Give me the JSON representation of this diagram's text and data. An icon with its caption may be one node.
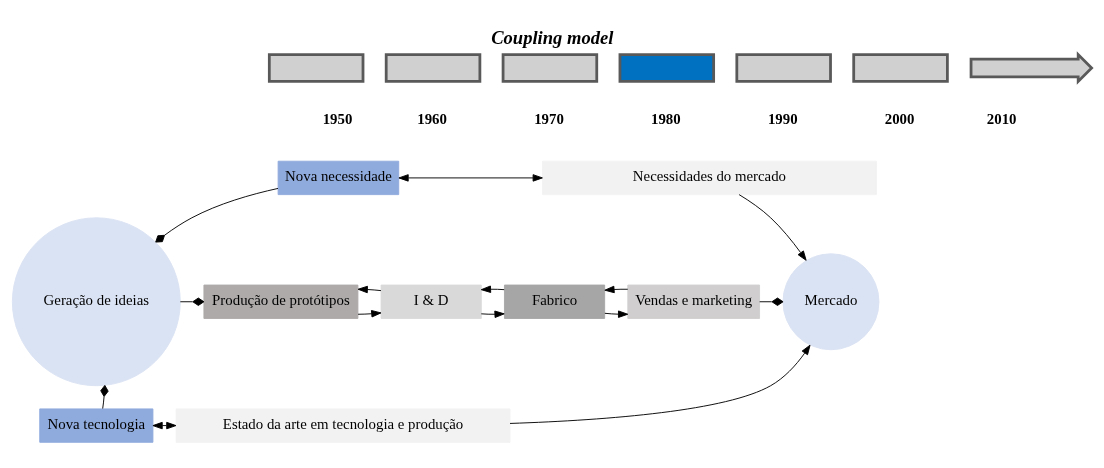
{
  "diagram": {
    "title": "Coupling model",
    "nodes": [
      {
        "text": [],
        "shape": "bar"
      },
      {
        "text": [],
        "shape": "bar"
      },
      {
        "text": [],
        "shape": "bar"
      },
      {
        "text": [],
        "shape": "bar"
      },
      {
        "text": [],
        "shape": "bar"
      },
      {
        "text": [],
        "shape": "bar"
      },
      {
        "text": [],
        "shape": "arrow"
      },
      {
        "text": [
          "Nova necessidade"
        ]
      },
      {
        "text": [
          "Necessidades do mercado"
        ]
      },
      {
        "text": [
          "Geração de ideias"
        ]
      },
      {
        "text": [
          "Produção de protótipos"
        ]
      },
      {
        "text": [
          "I & D"
        ]
      },
      {
        "text": [
          "Fabrico"
        ]
      },
      {
        "text": [
          "Vendas e marketing"
        ]
      },
      {
        "text": [
          "Mercado"
        ]
      },
      {
        "text": [
          "Nova tecnologia"
        ]
      },
      {
        "text": [
          "Estado da arte em tecnologia e produção"
        ]
      }
    ],
    "edges": [
      {
        "from": 7,
        "to": 8,
        "arrow": "both"
      },
      {
        "from": 7,
        "to": 9,
        "arrow": "other"
      },
      {
        "from": 9,
        "to": 10,
        "arrow": "other"
      },
      {
        "from": 10,
        "to": 11,
        "arrow": "to"
      },
      {
        "from": 11,
        "to": 12,
        "arrow": "to"
      },
      {
        "from": 12,
        "to": 13,
        "arrow": "to"
      },
      {
        "from": 11,
        "to": 10,
        "arrow": "to"
      },
      {
        "from": 12,
        "to": 11,
        "arrow": "to"
      },
      {
        "from": 13,
        "to": 12,
        "arrow": "to"
      },
      {
        "from": 13,
        "to": 14,
        "arrow": "other"
      },
      {
        "from": 8,
        "to": 14,
        "arrow": "to"
      },
      {
        "from": 15,
        "to": 9,
        "arrow": "other"
      },
      {
        "from": 15,
        "to": 16,
        "arrow": "both"
      },
      {
        "from": 16,
        "to": 14,
        "arrow": "to"
      }
    ],
    "labels": [
      "1950",
      "1960",
      "1970",
      "1980",
      "1990",
      "2000",
      "2010"
    ]
  }
}
